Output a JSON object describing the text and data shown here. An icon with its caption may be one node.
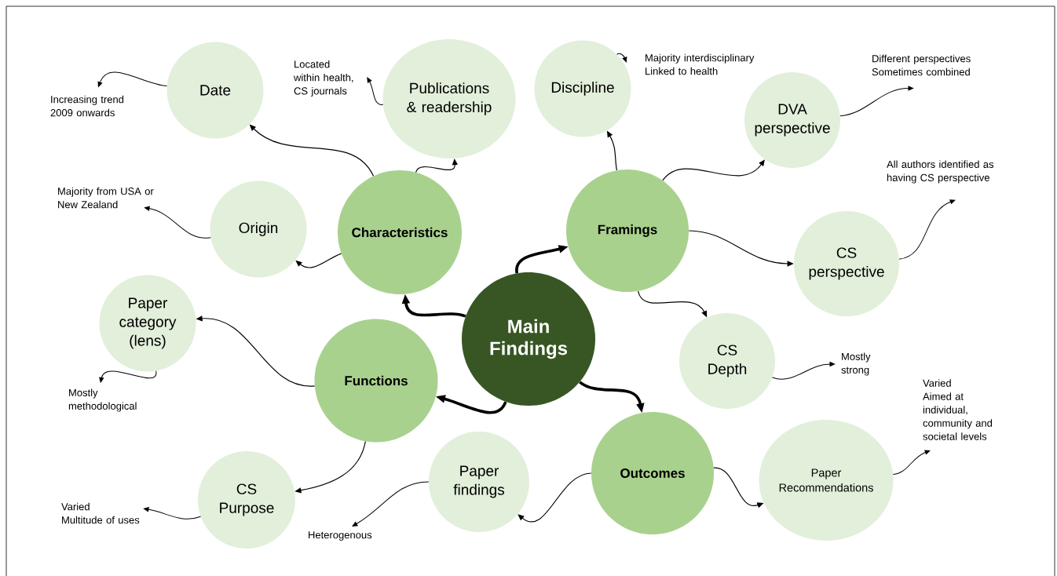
{
  "diagram": {
    "nodes": [
      {
        "text": [
          "Main Findings"
        ]
      },
      {
        "text": [
          "Characteristics"
        ]
      },
      {
        "text": [
          "Framings"
        ]
      },
      {
        "text": [
          "Functions"
        ]
      },
      {
        "text": [
          "Outcomes"
        ]
      },
      {
        "text": [
          "Date"
        ]
      },
      {
        "text": [
          "Publications & readership"
        ]
      },
      {
        "text": [
          "Origin"
        ]
      },
      {
        "text": [
          "Discipline"
        ]
      },
      {
        "text": [
          "DVA perspective"
        ]
      },
      {
        "text": [
          "CS perspective"
        ]
      },
      {
        "text": [
          "CS Depth"
        ]
      },
      {
        "text": [
          "Paper category (lens)"
        ]
      },
      {
        "text": [
          "CS Purpose"
        ]
      },
      {
        "text": [
          "Paper findings"
        ]
      },
      {
        "text": [
          "Paper Recommendations"
        ]
      },
      {
        "text": [
          "Increasing trend 2009 onwards"
        ]
      },
      {
        "text": [
          "Located within health, CS journals"
        ]
      },
      {
        "text": [
          "Majority from USA or New Zealand"
        ]
      },
      {
        "text": [
          "Majority interdisciplinary",
          "Linked to health"
        ]
      },
      {
        "text": [
          "Different perspectives",
          "Sometimes combined"
        ]
      },
      {
        "text": [
          "All authors identified as having CS perspective"
        ]
      },
      {
        "text": [
          "Mostly strong"
        ]
      },
      {
        "text": [
          "Varied",
          "Aimed at individual, community and societal levels"
        ]
      },
      {
        "text": [
          "Mostly methodological"
        ]
      },
      {
        "text": [
          "Varied",
          "Multitude of uses"
        ]
      },
      {
        "text": [
          "Heterogenous"
        ]
      }
    ],
    "edges": [
      {
        "from": 0,
        "to": 1,
        "arrow": "to",
        "style": "thick"
      },
      {
        "from": 0,
        "to": 2,
        "arrow": "to",
        "style": "thick"
      },
      {
        "from": 0,
        "to": 3,
        "arrow": "to",
        "style": "thick"
      },
      {
        "from": 0,
        "to": 4,
        "arrow": "to",
        "style": "thick"
      },
      {
        "from": 1,
        "to": 5,
        "arrow": "to"
      },
      {
        "from": 1,
        "to": 6,
        "arrow": "to"
      },
      {
        "from": 1,
        "to": 7,
        "arrow": "to"
      },
      {
        "from": 2,
        "to": 8,
        "arrow": "to"
      },
      {
        "from": 2,
        "to": 9,
        "arrow": "to"
      },
      {
        "from": 2,
        "to": 10,
        "arrow": "to"
      },
      {
        "from": 2,
        "to": 11,
        "arrow": "to"
      },
      {
        "from": 3,
        "to": 12,
        "arrow": "to"
      },
      {
        "from": 3,
        "to": 13,
        "arrow": "to"
      },
      {
        "from": 4,
        "to": 14,
        "arrow": "to"
      },
      {
        "from": 4,
        "to": 15,
        "arrow": "to"
      },
      {
        "from": 5,
        "to": 16,
        "arrow": "to"
      },
      {
        "from": 6,
        "to": 17,
        "arrow": "to"
      },
      {
        "from": 7,
        "to": 18,
        "arrow": "to"
      },
      {
        "from": 8,
        "to": 19,
        "arrow": "to"
      },
      {
        "from": 9,
        "to": 20,
        "arrow": "to"
      },
      {
        "from": 10,
        "to": 21,
        "arrow": "to"
      },
      {
        "from": 11,
        "to": 22,
        "arrow": "to"
      },
      {
        "from": 15,
        "to": 23,
        "arrow": "to"
      },
      {
        "from": 12,
        "to": 24,
        "arrow": "to"
      },
      {
        "from": 13,
        "to": 25,
        "arrow": "to"
      },
      {
        "from": 14,
        "to": 26,
        "arrow": "to"
      }
    ]
  }
}
